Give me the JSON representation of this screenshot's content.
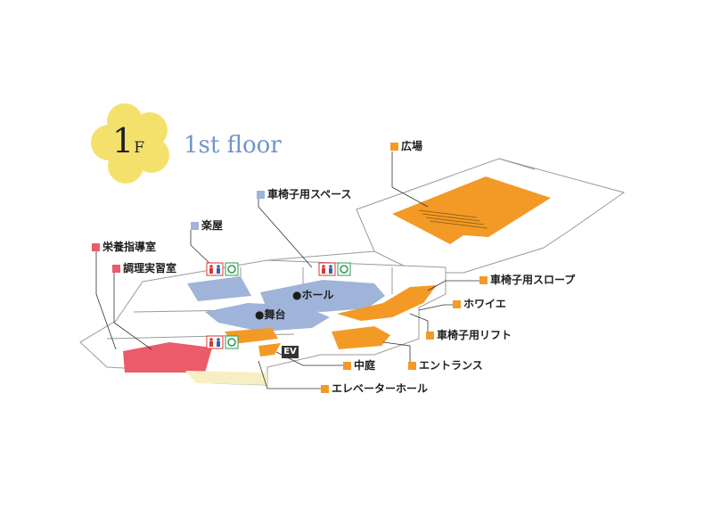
{
  "floor": {
    "number": "1",
    "suffix": "F",
    "title": "1st floor"
  },
  "labels": {
    "plaza": "広場",
    "wheelchair_space": "車椅子用スペース",
    "green_room": "楽屋",
    "nutrition_room": "栄養指導室",
    "cooking_room": "調理実習室",
    "wheelchair_slope": "車椅子用スロープ",
    "foyer": "ホワイエ",
    "wheelchair_lift": "車椅子用リフト",
    "courtyard": "中庭",
    "entrance": "エントランス",
    "elevator_hall": "エレベーターホール"
  },
  "map_text": {
    "hall": "●ホール",
    "stage": "●舞台",
    "ev": "EV"
  },
  "colors": {
    "orange": "#f39a26",
    "blue": "#9fb4d8",
    "red": "#eb5b6a",
    "cream": "#f7efc4",
    "flower": "#f4e16c",
    "floor_title": "#6f95c9",
    "wc_red": "#d8372f",
    "wc_green": "#2c9a4e"
  },
  "icons": [
    "flower-badge-icon",
    "restroom-icon",
    "accessible-icon"
  ]
}
